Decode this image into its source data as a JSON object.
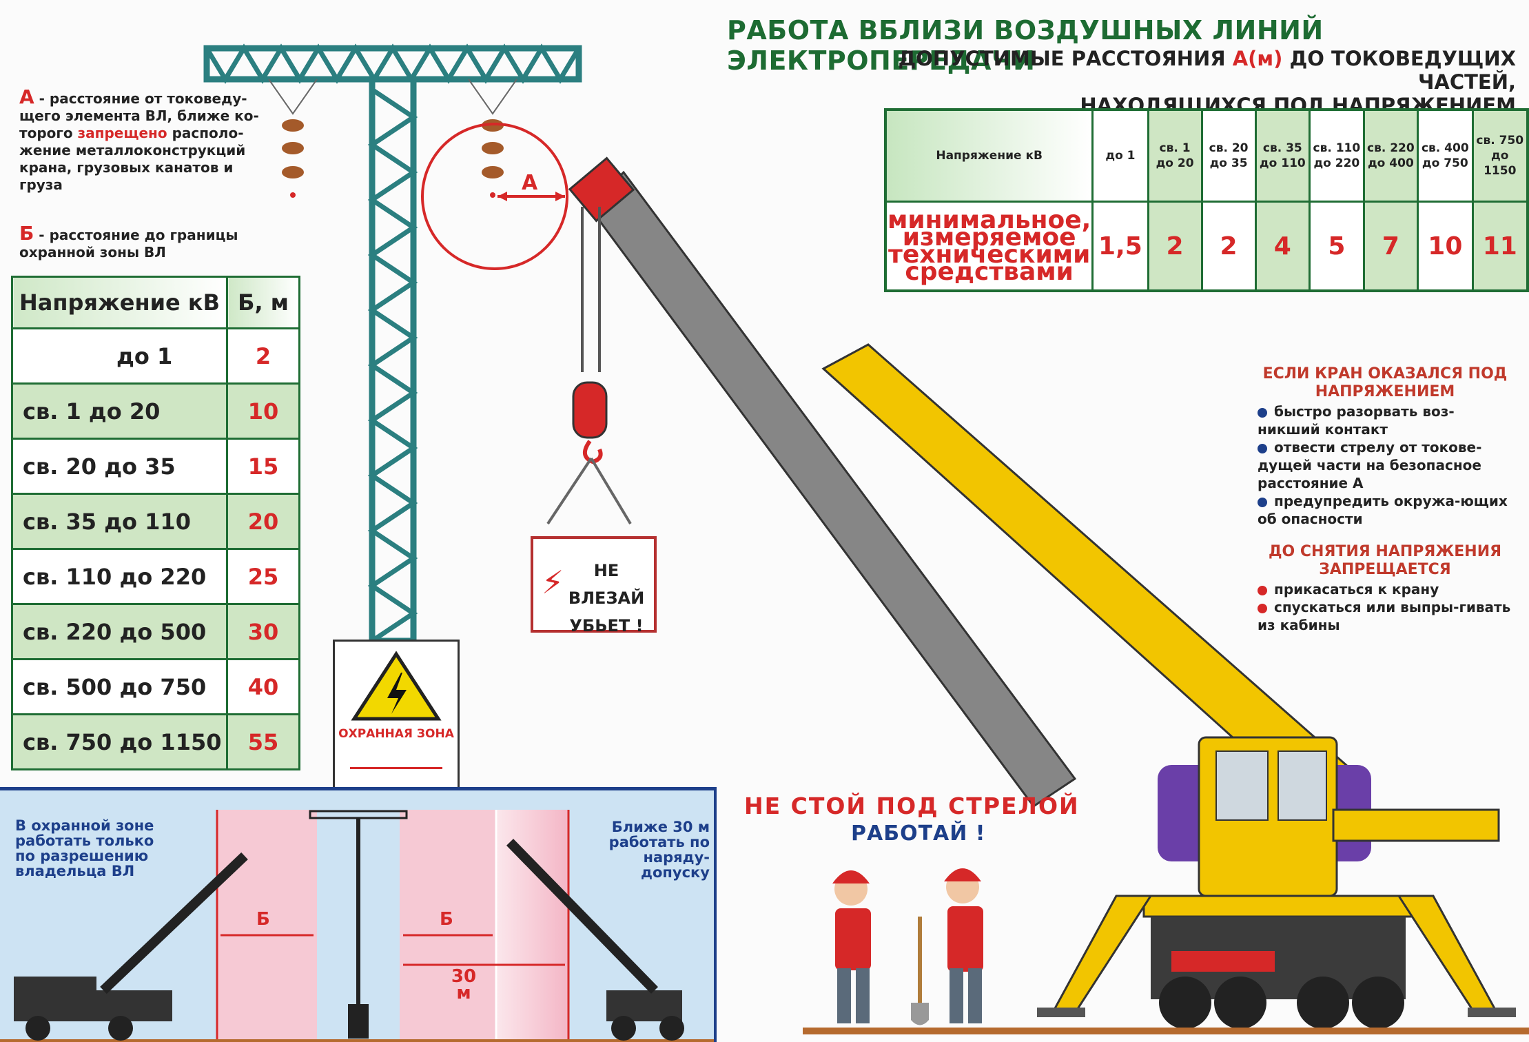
{
  "header": {
    "title": "РАБОТА ВБЛИЗИ ВОЗДУШНЫХ ЛИНИЙ ЭЛЕКТРОПЕРЕДАЧИ",
    "subtitle_line1_pre": "ДОПУСТИМЫЕ РАССТОЯНИЯ ",
    "subtitle_line1_key": "А(м)",
    "subtitle_line1_post": " ДО ТОКОВЕДУЩИХ ЧАСТЕЙ,",
    "subtitle_line2": "НАХОДЯЩИХСЯ ПОД НАПРЯЖЕНИЕМ"
  },
  "definitions": {
    "a_key": "А",
    "a_text_1": " - расстояние от токоведу-щего элемента ВЛ, ближе ко-торого ",
    "a_text_forbidden": "запрещено",
    "a_text_2": " располо-жение металлоконструкций крана, грузовых канатов и груза",
    "b_key": "Б",
    "b_text": " - расстояние до границы охранной зоны ВЛ"
  },
  "b_table": {
    "col_voltage": "Напряжение кВ",
    "col_value": "Б, м",
    "rows": [
      {
        "label": "до 1",
        "value": "2"
      },
      {
        "label": "св. 1    до 20",
        "value": "10"
      },
      {
        "label": "св. 20   до 35",
        "value": "15"
      },
      {
        "label": "св. 35   до 110",
        "value": "20"
      },
      {
        "label": "св. 110 до 220",
        "value": "25"
      },
      {
        "label": "св. 220 до 500",
        "value": "30"
      },
      {
        "label": "св. 500 до 750",
        "value": "40"
      },
      {
        "label": "св. 750 до 1150",
        "value": "55"
      }
    ]
  },
  "a_table": {
    "row1_label": "Напряжение кВ",
    "row2_label": "минимальное, измеряемое техническими средствами",
    "columns": [
      {
        "range": "до 1",
        "value": "1,5"
      },
      {
        "range": "св. 1 до 20",
        "value": "2"
      },
      {
        "range": "св. 20 до 35",
        "value": "2"
      },
      {
        "range": "св. 35 до 110",
        "value": "4"
      },
      {
        "range": "св. 110 до 220",
        "value": "5"
      },
      {
        "range": "св. 220 до 400",
        "value": "7"
      },
      {
        "range": "св. 400 до 750",
        "value": "10"
      },
      {
        "range": "св. 750 до 1150",
        "value": "11"
      }
    ]
  },
  "notes": {
    "heading1": "ЕСЛИ КРАН ОКАЗАЛСЯ ПОД НАПРЯЖЕНИЕМ",
    "items1": [
      "быстро разорвать воз-никший контакт",
      "отвести стрелу от токове-дущей части на безопасное расстояние А",
      "предупредить окружа-ющих об опасности"
    ],
    "heading2": "ДО СНЯТИЯ НАПРЯЖЕНИЯ ЗАПРЕЩАЕТСЯ",
    "items2": [
      "прикасаться к крану",
      "спускаться или выпры-гивать из кабины"
    ]
  },
  "signs": {
    "zone_label": "ОХРАННАЯ ЗОНА",
    "danger_label": "НЕ ВЛЕЗАЙ УБЬЕТ !",
    "a_marker": "А"
  },
  "bottom_panel": {
    "left_text": "В охранной зоне работать только по разрешению владельца ВЛ",
    "right_text": "Ближе 30 м работать по наряду-допуску",
    "b_label": "Б",
    "distance_label": "30 м"
  },
  "warning": {
    "line1": "НЕ СТОЙ ПОД СТРЕЛОЙ",
    "line2": "РАБОТАЙ !"
  },
  "colors": {
    "green": "#1d6b32",
    "red": "#d62828",
    "blue": "#1d3f8a",
    "crane_yellow": "#f2c500",
    "tower_teal": "#2b7f80",
    "pink_zone": "#f6c9d4"
  }
}
